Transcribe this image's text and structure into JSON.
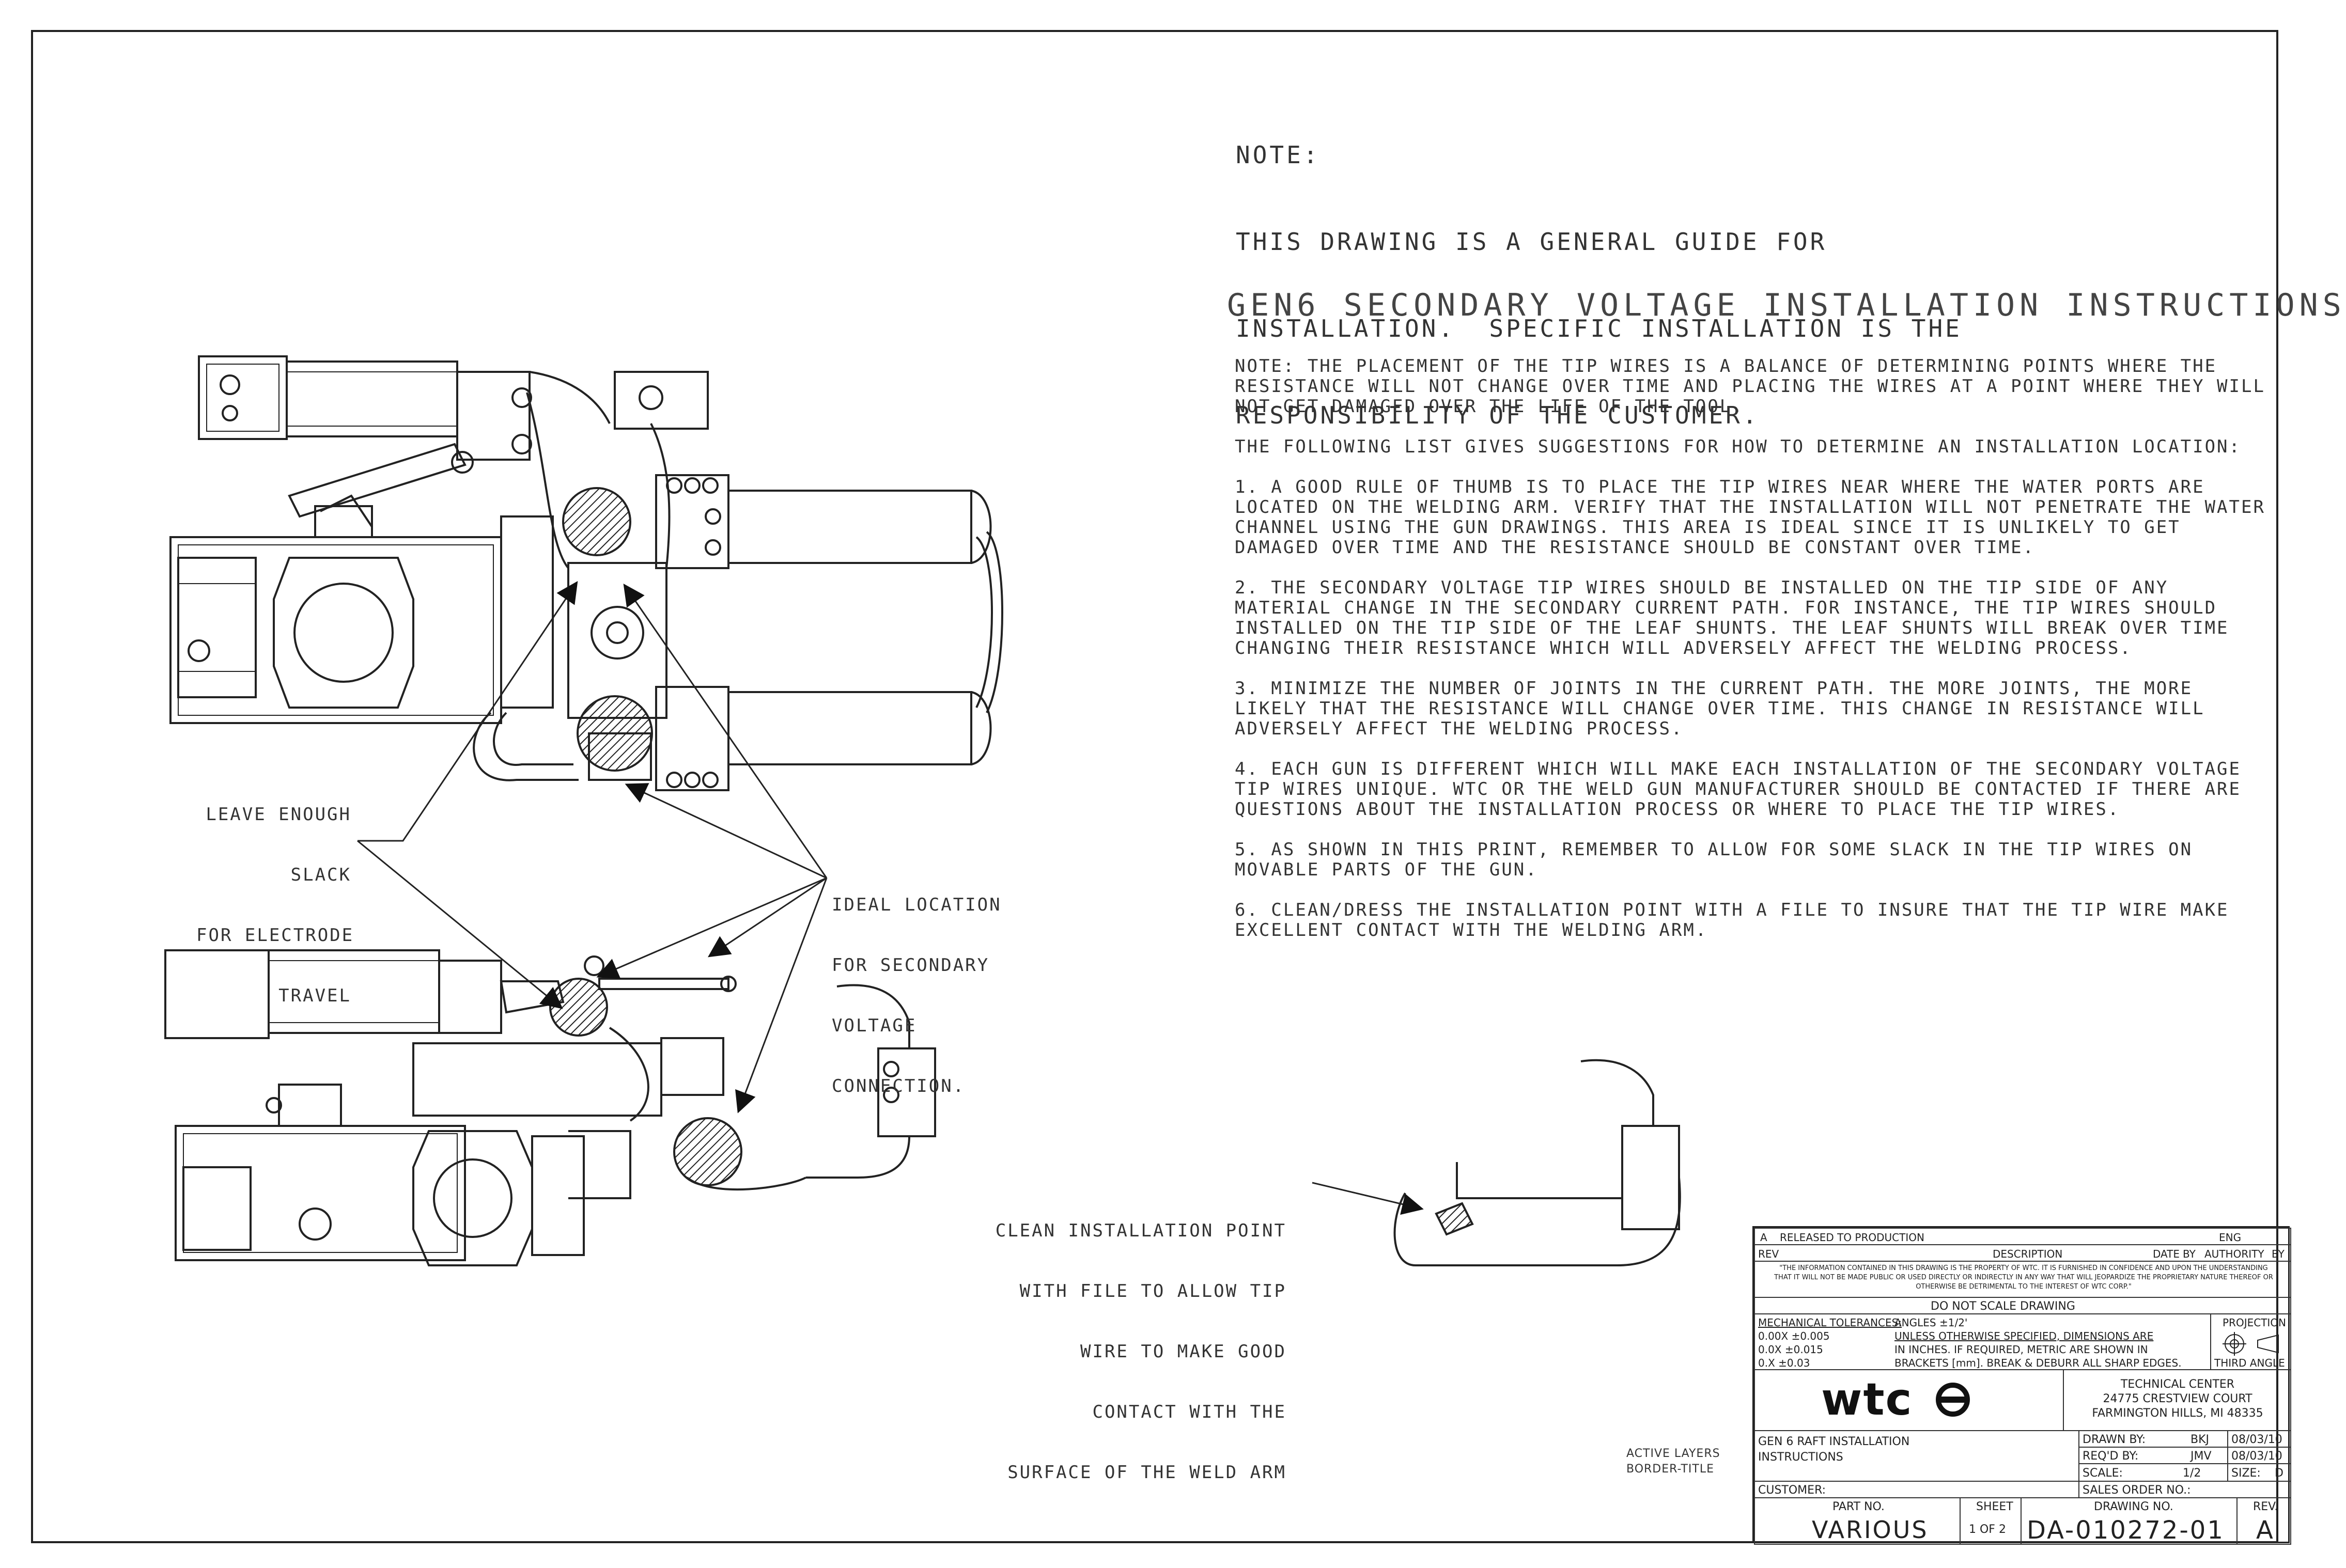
{
  "note_header": {
    "label": "NOTE:",
    "line1": "THIS DRAWING IS A GENERAL GUIDE FOR",
    "line2": "INSTALLATION.  SPECIFIC INSTALLATION IS THE",
    "line3": "RESPONSIBILITY OF THE CUSTOMER."
  },
  "title": "GEN6 SECONDARY VOLTAGE INSTALLATION INSTRUCTIONS",
  "instructions": {
    "note": "NOTE:  THE PLACEMENT OF THE TIP WIRES IS A BALANCE OF DETERMINING POINTS WHERE THE RESISTANCE WILL NOT CHANGE OVER TIME AND PLACING THE WIRES AT A POINT WHERE THEY WILL NOT GET DAMAGED OVER THE LIFE OF THE TOOL.",
    "intro": "THE FOLLOWING LIST GIVES SUGGESTIONS FOR HOW TO DETERMINE AN INSTALLATION LOCATION:",
    "item1": "1.  A GOOD RULE OF THUMB IS TO PLACE THE TIP WIRES NEAR WHERE THE WATER PORTS ARE LOCATED ON THE WELDING ARM.  VERIFY THAT THE INSTALLATION WILL NOT PENETRATE THE WATER CHANNEL USING THE GUN DRAWINGS.  THIS AREA IS IDEAL SINCE IT IS UNLIKELY TO GET DAMAGED OVER TIME AND THE RESISTANCE SHOULD BE CONSTANT OVER TIME.",
    "item2": "2.  THE SECONDARY VOLTAGE TIP WIRES SHOULD BE INSTALLED ON THE TIP SIDE OF ANY MATERIAL CHANGE IN THE SECONDARY CURRENT PATH.  FOR INSTANCE, THE TIP WIRES SHOULD INSTALLED ON THE TIP SIDE OF THE LEAF SHUNTS.  THE LEAF SHUNTS WILL BREAK OVER TIME CHANGING THEIR RESISTANCE WHICH WILL ADVERSELY AFFECT THE WELDING PROCESS.",
    "item3": "3.  MINIMIZE THE NUMBER OF JOINTS IN THE CURRENT PATH.  THE MORE JOINTS, THE MORE LIKELY THAT THE RESISTANCE WILL CHANGE OVER TIME.  THIS CHANGE IN RESISTANCE WILL ADVERSELY AFFECT THE WELDING PROCESS.",
    "item4": "4.  EACH GUN IS DIFFERENT WHICH WILL MAKE EACH INSTALLATION OF THE SECONDARY VOLTAGE TIP WIRES UNIQUE.  WTC OR THE WELD GUN MANUFACTURER SHOULD BE CONTACTED IF THERE ARE QUESTIONS ABOUT THE INSTALLATION PROCESS OR WHERE TO PLACE THE TIP WIRES.",
    "item5": "5.  AS SHOWN IN THIS PRINT, REMEMBER TO ALLOW FOR SOME SLACK IN THE TIP WIRES ON MOVABLE PARTS OF THE GUN.",
    "item6": "6.  CLEAN/DRESS THE INSTALLATION POINT WITH A FILE TO INSURE THAT THE TIP WIRE MAKE EXCELLENT CONTACT WITH THE WELDING ARM."
  },
  "callouts": {
    "slack": [
      "LEAVE ENOUGH",
      "SLACK",
      "FOR ELECTRODE",
      "TRAVEL"
    ],
    "ideal": [
      "IDEAL LOCATION",
      "FOR SECONDARY",
      "VOLTAGE",
      "CONNECTION."
    ],
    "clean": [
      "CLEAN INSTALLATION POINT",
      "WITH FILE TO ALLOW TIP",
      "WIRE TO MAKE GOOD",
      "CONTACT WITH THE",
      "SURFACE OF THE WELD ARM"
    ]
  },
  "active_layers": [
    "ACTIVE LAYERS",
    "BORDER-TITLE"
  ],
  "title_block": {
    "rev_row": {
      "rev": "A",
      "desc": "RELEASED TO PRODUCTION"
    },
    "rev_header": {
      "rev": "REV",
      "desc": "DESCRIPTION",
      "date": "DATE",
      "by": "BY",
      "eng": "ENG",
      "authority": "AUTHORITY",
      "by2": "BY"
    },
    "proprietary": "\"THE INFORMATION CONTAINED IN THIS DRAWING IS THE PROPERTY OF WTC. IT IS FURNISHED IN CONFIDENCE AND UPON THE UNDERSTANDING THAT IT WILL NOT BE MADE PUBLIC OR USED DIRECTLY OR INDIRECTLY IN ANY WAY THAT WILL JEOPARDIZE THE PROPRIETARY NATURE THEREOF OR OTHERWISE BE DETRIMENTAL TO THE INTEREST OF WTC CORP.\"",
    "do_not_scale": "DO NOT SCALE DRAWING",
    "tolerances": {
      "label": "MECHANICAL TOLERANCES:",
      "angles": "ANGLES ±1/2'",
      "t1": "0.00X  ±0.005",
      "t2": "0.0X   ±0.015",
      "t3": "0.X    ±0.03",
      "n1": "UNLESS OTHERWISE SPECIFIED, DIMENSIONS ARE",
      "n2": "IN INCHES. IF REQUIRED, METRIC ARE SHOWN IN",
      "n3": "BRACKETS [mm]. BREAK & DEBURR ALL SHARP EDGES."
    },
    "projection": {
      "label": "PROJECTION",
      "type": "THIRD ANGLE"
    },
    "logo": "wtc",
    "address": {
      "l1": "TECHNICAL CENTER",
      "l2": "24775 CRESTVIEW COURT",
      "l3": "FARMINGTON HILLS, MI 48335"
    },
    "drawing_title": {
      "l1": "GEN 6 RAFT INSTALLATION",
      "l2": "INSTRUCTIONS"
    },
    "drawn_by": {
      "label": "DRAWN BY:",
      "value": "BKJ",
      "date": "08/03/10"
    },
    "reqd_by": {
      "label": "REQ'D BY:",
      "value": "JMV",
      "date": "08/03/10"
    },
    "scale": {
      "label": "SCALE:",
      "value": "1/2"
    },
    "size": {
      "label": "SIZE:",
      "value": "D"
    },
    "customer": "CUSTOMER:",
    "sales_order": "SALES ORDER NO.:",
    "part_no": {
      "label": "PART NO.",
      "value": "VARIOUS"
    },
    "sheet": {
      "label": "SHEET",
      "value": "1 OF 2"
    },
    "drawing_no": {
      "label": "DRAWING NO.",
      "value": "DA-010272-01"
    },
    "rev": {
      "label": "REV.",
      "value": "A"
    }
  }
}
